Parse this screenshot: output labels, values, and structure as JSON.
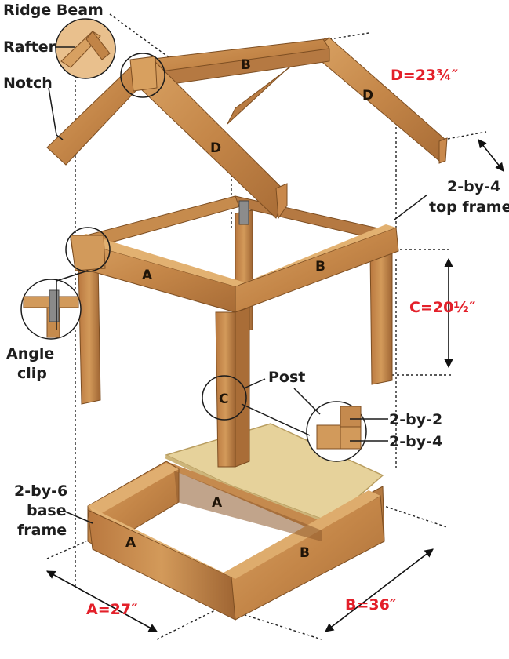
{
  "labels": {
    "ridge_beam": "Ridge Beam",
    "rafter": "Rafter",
    "notch": "Notch",
    "angle_clip_1": "Angle",
    "angle_clip_2": "clip",
    "top_frame_1": "2-by-4",
    "top_frame_2": "top frame",
    "post": "Post",
    "two_by_two": "2-by-2",
    "two_by_four": "2-by-4",
    "base_frame_1": "2-by-6",
    "base_frame_2": "base",
    "base_frame_3": "frame"
  },
  "dimensions": {
    "a": "A=27″",
    "b": "B=36″",
    "c": "C=20½″",
    "d": "D=23¾″"
  },
  "part_letters": {
    "ridge_b": "B",
    "rafter_d_left": "D",
    "rafter_d_right": "D",
    "top_a": "A",
    "top_b": "B",
    "post_c": "C",
    "base_a_back": "A",
    "base_a_front": "A",
    "base_b": "B"
  },
  "colors": {
    "wood": "#c98d4e",
    "wood_dark": "#9a6432",
    "plywood": "#e3cf98",
    "dimension_text": "#e3202a"
  }
}
